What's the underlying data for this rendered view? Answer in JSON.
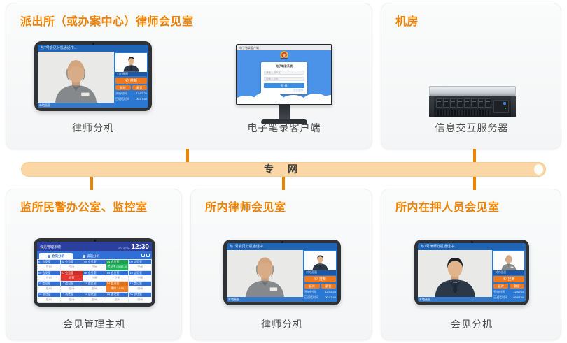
{
  "colors": {
    "accent_orange": "#F08200",
    "connector_orange": "#F08300",
    "network_bar_fill": "#FAD7A4",
    "screen_blue": "#2A78D2",
    "manager_header_blue": "#2A3F9E",
    "tab_blue": "#2F6FD6",
    "busy_green": "#22B35D",
    "alarm_red": "#E2382E",
    "reserved_orange": "#EF7F22",
    "hangup_orange": "#F0791E"
  },
  "network_bar": {
    "label": "专 网"
  },
  "panels": {
    "station": {
      "title": "派出所（或办案中心）律师会见室",
      "devices": [
        {
          "caption": "律师分机"
        },
        {
          "caption": "电子笔录客户端"
        }
      ]
    },
    "server_room": {
      "title": "机房",
      "devices": [
        {
          "caption": "信息交互服务器"
        }
      ]
    },
    "police_office": {
      "title": "监所民警办公室、监控室",
      "devices": [
        {
          "caption": "会见管理主机"
        }
      ]
    },
    "lawyer_room": {
      "title": "所内律师会见室",
      "devices": [
        {
          "caption": "律师分机"
        }
      ]
    },
    "detainee_room": {
      "title": "所内在押人员会见室",
      "devices": [
        {
          "caption": "会见分机"
        }
      ]
    }
  },
  "call_screen": {
    "status_lawyer": "与7号会见分机通话中...",
    "status_detainee": "与7号律师分机通话中...",
    "local_label": "本地画面",
    "remote_label": "对方画面",
    "hangup_icon": "✆",
    "hangup_label": "挂断",
    "extend_label": "延时",
    "mute_label": "静音",
    "start_label": "开始时间",
    "start_time": "12:02:20",
    "duration_label": "已通话时间",
    "duration_time": "00:07:40"
  },
  "transcript_client": {
    "window_title": "电子笔录客户端",
    "login_title": "电子笔录系统",
    "username_placeholder": "请输入用户名",
    "password_placeholder": "请输入密码",
    "login_button": "登 录",
    "forgot_link": "忘记密码?"
  },
  "manager_screen": {
    "title": "会见管理系统",
    "date": "2021/12/30",
    "clock": "12:30",
    "tabs": [
      {
        "label": "会见分机"
      },
      {
        "label": "谈话分机"
      }
    ],
    "cells": [
      {
        "label": "01 会见室",
        "status": "空闲"
      },
      {
        "label": "02 会见室",
        "status": "空闲"
      },
      {
        "label": "03 会见室",
        "status": "空闲"
      },
      {
        "label": "04 会见室",
        "status": "会见中 00:07:40"
      },
      {
        "label": "05 会见室",
        "status": "空闲"
      },
      {
        "label": "06 会见室",
        "status": "空闲"
      },
      {
        "label": "07 会见室",
        "status": "告警"
      },
      {
        "label": "08 会见室",
        "status": "空闲"
      },
      {
        "label": "09 会见室",
        "status": "空闲"
      },
      {
        "label": "10 会见室",
        "status": "空闲"
      },
      {
        "label": "11 会见室",
        "status": "空闲"
      },
      {
        "label": "12 会见室",
        "status": "空闲"
      },
      {
        "label": "13 会见室",
        "status": "空闲"
      },
      {
        "label": "14 会见室",
        "status": "预约 13:00"
      },
      {
        "label": "15 会见室",
        "status": "空闲"
      },
      {
        "label": "16 谈话室",
        "status": "空闲"
      },
      {
        "label": "17 谈话室",
        "status": "空闲"
      },
      {
        "label": "18 谈话室",
        "status": "空闲"
      },
      {
        "label": "19 谈话室",
        "status": "空闲"
      },
      {
        "label": "20 谈话室",
        "status": "空闲"
      }
    ]
  }
}
